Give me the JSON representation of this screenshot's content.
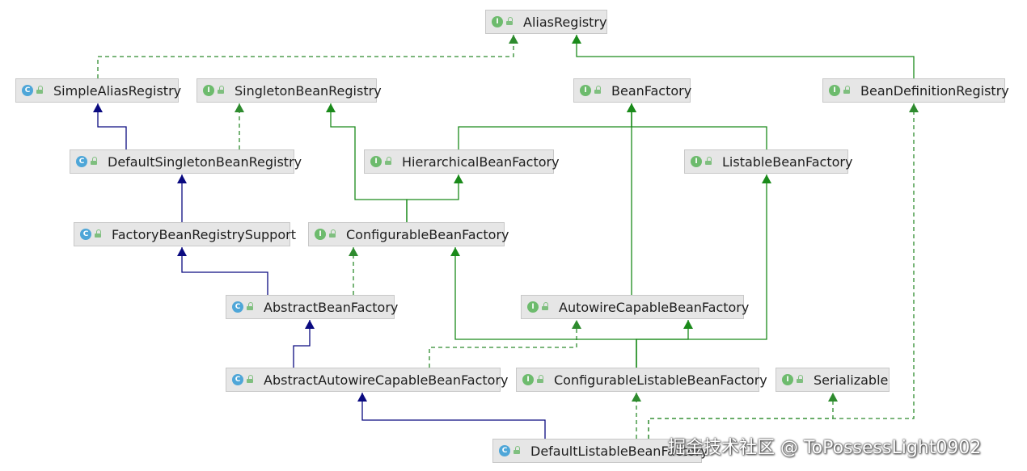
{
  "colors": {
    "implements": "#2e8b2e",
    "interface_extends": "#1a8a1a",
    "class_extends": "#0a0a80",
    "node_bg": "#e6e6e6"
  },
  "nodes": {
    "alias_registry": {
      "label": "AliasRegistry",
      "kind": "interface"
    },
    "simple_alias_registry": {
      "label": "SimpleAliasRegistry",
      "kind": "class"
    },
    "singleton_bean_registry": {
      "label": "SingletonBeanRegistry",
      "kind": "interface"
    },
    "bean_factory": {
      "label": "BeanFactory",
      "kind": "interface"
    },
    "bean_definition_registry": {
      "label": "BeanDefinitionRegistry",
      "kind": "interface"
    },
    "default_singleton_bean_registry": {
      "label": "DefaultSingletonBeanRegistry",
      "kind": "class"
    },
    "hierarchical_bean_factory": {
      "label": "HierarchicalBeanFactory",
      "kind": "interface"
    },
    "listable_bean_factory": {
      "label": "ListableBeanFactory",
      "kind": "interface"
    },
    "factory_bean_registry_support": {
      "label": "FactoryBeanRegistrySupport",
      "kind": "class"
    },
    "configurable_bean_factory": {
      "label": "ConfigurableBeanFactory",
      "kind": "interface"
    },
    "abstract_bean_factory": {
      "label": "AbstractBeanFactory",
      "kind": "class"
    },
    "autowire_capable_bean_factory": {
      "label": "AutowireCapableBeanFactory",
      "kind": "interface"
    },
    "abstract_autowire_capable_bean_factory": {
      "label": "AbstractAutowireCapableBeanFactory",
      "kind": "class"
    },
    "configurable_listable_bean_factory": {
      "label": "ConfigurableListableBeanFactory",
      "kind": "interface"
    },
    "serializable": {
      "label": "Serializable",
      "kind": "interface"
    },
    "default_listable_bean_factory": {
      "label": "DefaultListableBeanFactory",
      "kind": "class"
    }
  },
  "badges": {
    "interface": "I",
    "class": "C"
  },
  "edges": [
    {
      "from": "simple_alias_registry",
      "to": "alias_registry",
      "type": "implements"
    },
    {
      "from": "bean_definition_registry",
      "to": "alias_registry",
      "type": "interface_extends"
    },
    {
      "from": "default_singleton_bean_registry",
      "to": "simple_alias_registry",
      "type": "class_extends"
    },
    {
      "from": "default_singleton_bean_registry",
      "to": "singleton_bean_registry",
      "type": "implements"
    },
    {
      "from": "hierarchical_bean_factory",
      "to": "bean_factory",
      "type": "interface_extends"
    },
    {
      "from": "listable_bean_factory",
      "to": "bean_factory",
      "type": "interface_extends"
    },
    {
      "from": "factory_bean_registry_support",
      "to": "default_singleton_bean_registry",
      "type": "class_extends"
    },
    {
      "from": "configurable_bean_factory",
      "to": "hierarchical_bean_factory",
      "type": "interface_extends"
    },
    {
      "from": "configurable_bean_factory",
      "to": "singleton_bean_registry",
      "type": "interface_extends"
    },
    {
      "from": "abstract_bean_factory",
      "to": "factory_bean_registry_support",
      "type": "class_extends"
    },
    {
      "from": "abstract_bean_factory",
      "to": "configurable_bean_factory",
      "type": "implements"
    },
    {
      "from": "autowire_capable_bean_factory",
      "to": "bean_factory",
      "type": "interface_extends"
    },
    {
      "from": "abstract_autowire_capable_bean_factory",
      "to": "abstract_bean_factory",
      "type": "class_extends"
    },
    {
      "from": "abstract_autowire_capable_bean_factory",
      "to": "autowire_capable_bean_factory",
      "type": "implements"
    },
    {
      "from": "configurable_listable_bean_factory",
      "to": "listable_bean_factory",
      "type": "interface_extends"
    },
    {
      "from": "configurable_listable_bean_factory",
      "to": "autowire_capable_bean_factory",
      "type": "interface_extends"
    },
    {
      "from": "configurable_listable_bean_factory",
      "to": "configurable_bean_factory",
      "type": "interface_extends"
    },
    {
      "from": "default_listable_bean_factory",
      "to": "abstract_autowire_capable_bean_factory",
      "type": "class_extends"
    },
    {
      "from": "default_listable_bean_factory",
      "to": "configurable_listable_bean_factory",
      "type": "implements"
    },
    {
      "from": "default_listable_bean_factory",
      "to": "serializable",
      "type": "implements"
    },
    {
      "from": "default_listable_bean_factory",
      "to": "bean_definition_registry",
      "type": "implements"
    }
  ],
  "watermark": "掘金技术社区 @ ToPossessLight0902"
}
